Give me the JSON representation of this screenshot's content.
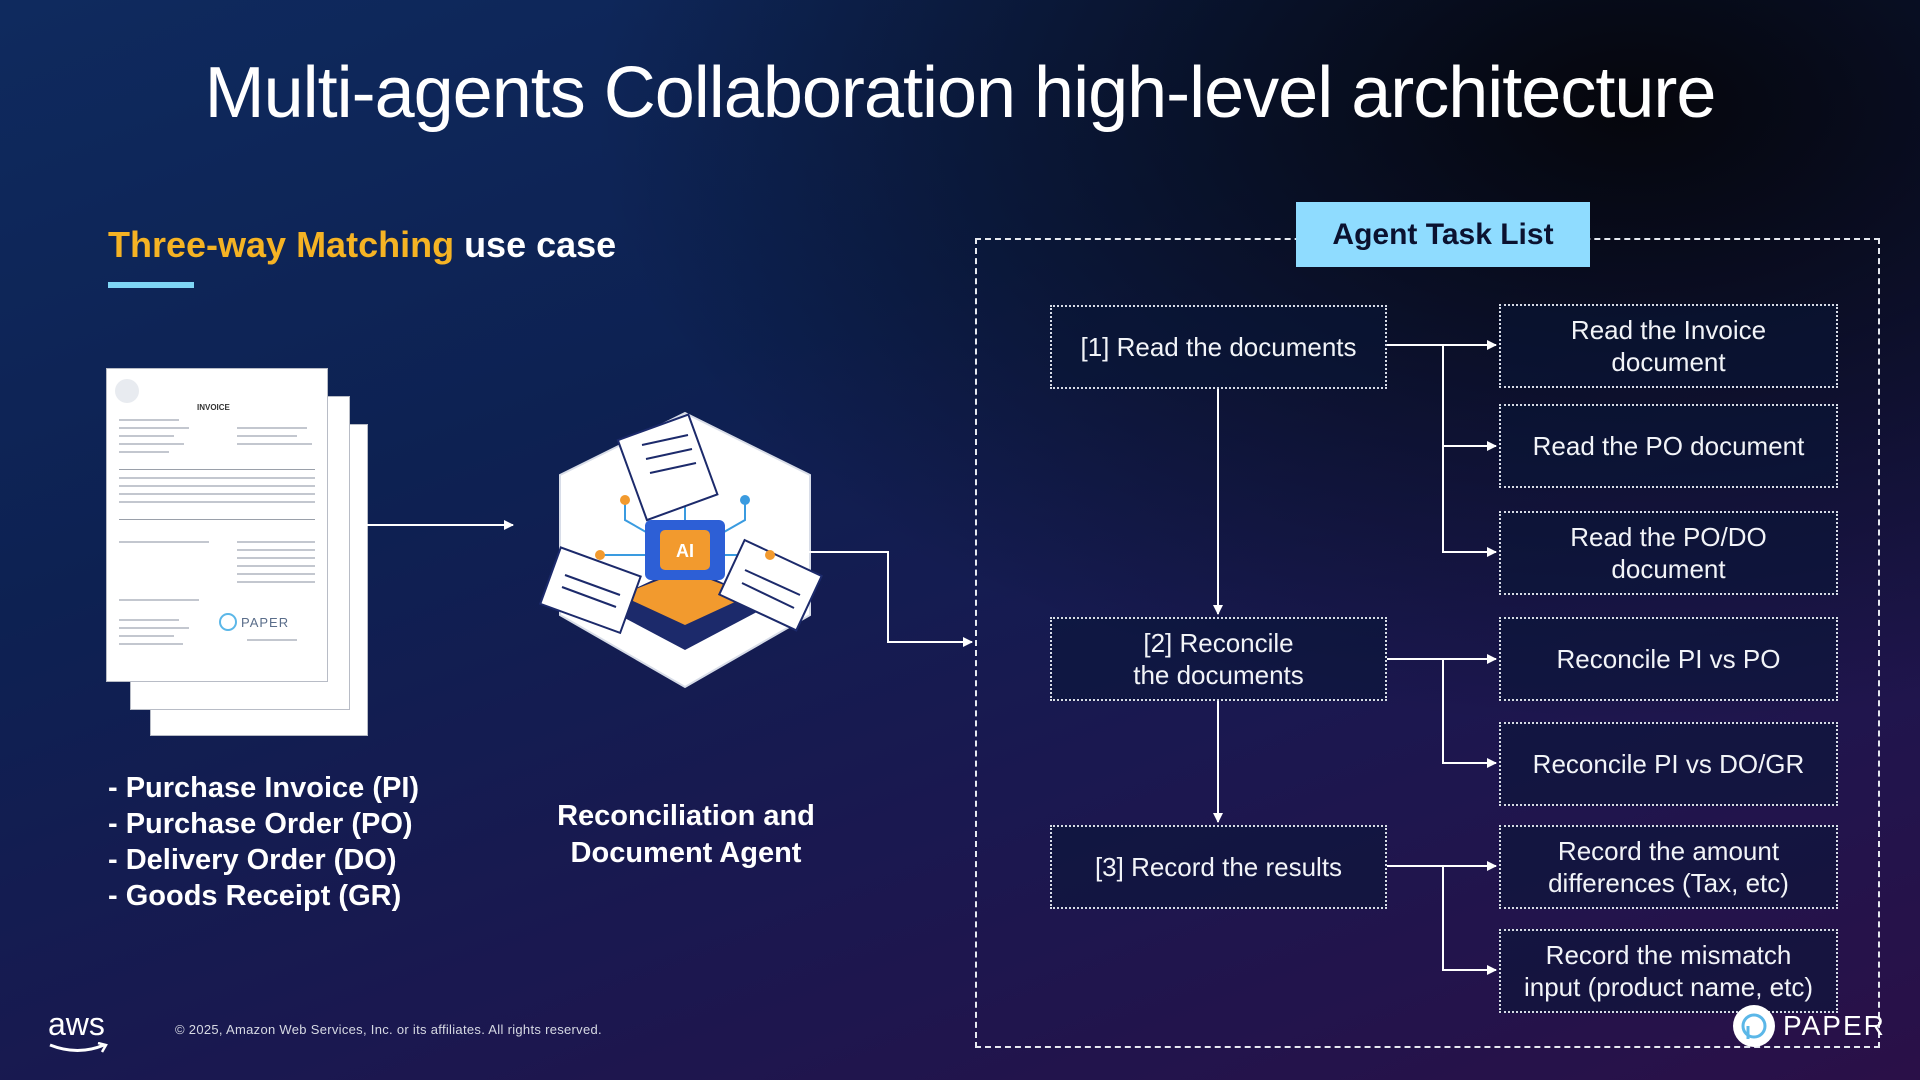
{
  "slide": {
    "title": "Multi-agents Collaboration high-level architecture",
    "subtitle_highlight": "Three-way Matching",
    "subtitle_rest": " use case"
  },
  "documents": {
    "invoice_heading": "INVOICE",
    "brand": "PAPER",
    "list": [
      "- Purchase Invoice (PI)",
      "- Purchase Order (PO)",
      "- Delivery Order (DO)",
      "- Goods Receipt (GR)"
    ]
  },
  "agent": {
    "label_line1": "Reconciliation and",
    "label_line2": "Document Agent",
    "chip_text": "AI"
  },
  "task_list": {
    "header": "Agent Task List",
    "steps": [
      "[1] Read the documents",
      "[2] Reconcile the documents",
      "[3] Record the results"
    ],
    "step2_line1": "[2] Reconcile",
    "step2_line2": "the documents",
    "subtasks": {
      "s1a_l1": "Read the Invoice",
      "s1a_l2": "document",
      "s1b": "Read the PO document",
      "s1c_l1": "Read the PO/DO",
      "s1c_l2": "document",
      "s2a": "Reconcile PI vs PO",
      "s2b": "Reconcile PI vs DO/GR",
      "s3a_l1": "Record the amount",
      "s3a_l2": "differences (Tax, etc)",
      "s3b_l1": "Record the mismatch",
      "s3b_l2": "input (product name, etc)"
    }
  },
  "footer": {
    "copyright": "© 2025, Amazon Web Services, Inc. or its affiliates. All rights reserved.",
    "aws_logo": "aws",
    "paper_logo": "PAPER"
  },
  "colors": {
    "accent_yellow": "#f5b324",
    "accent_cyan": "#8fdcff",
    "agent_orange": "#f29a2e",
    "agent_navy": "#1c2a6b"
  }
}
